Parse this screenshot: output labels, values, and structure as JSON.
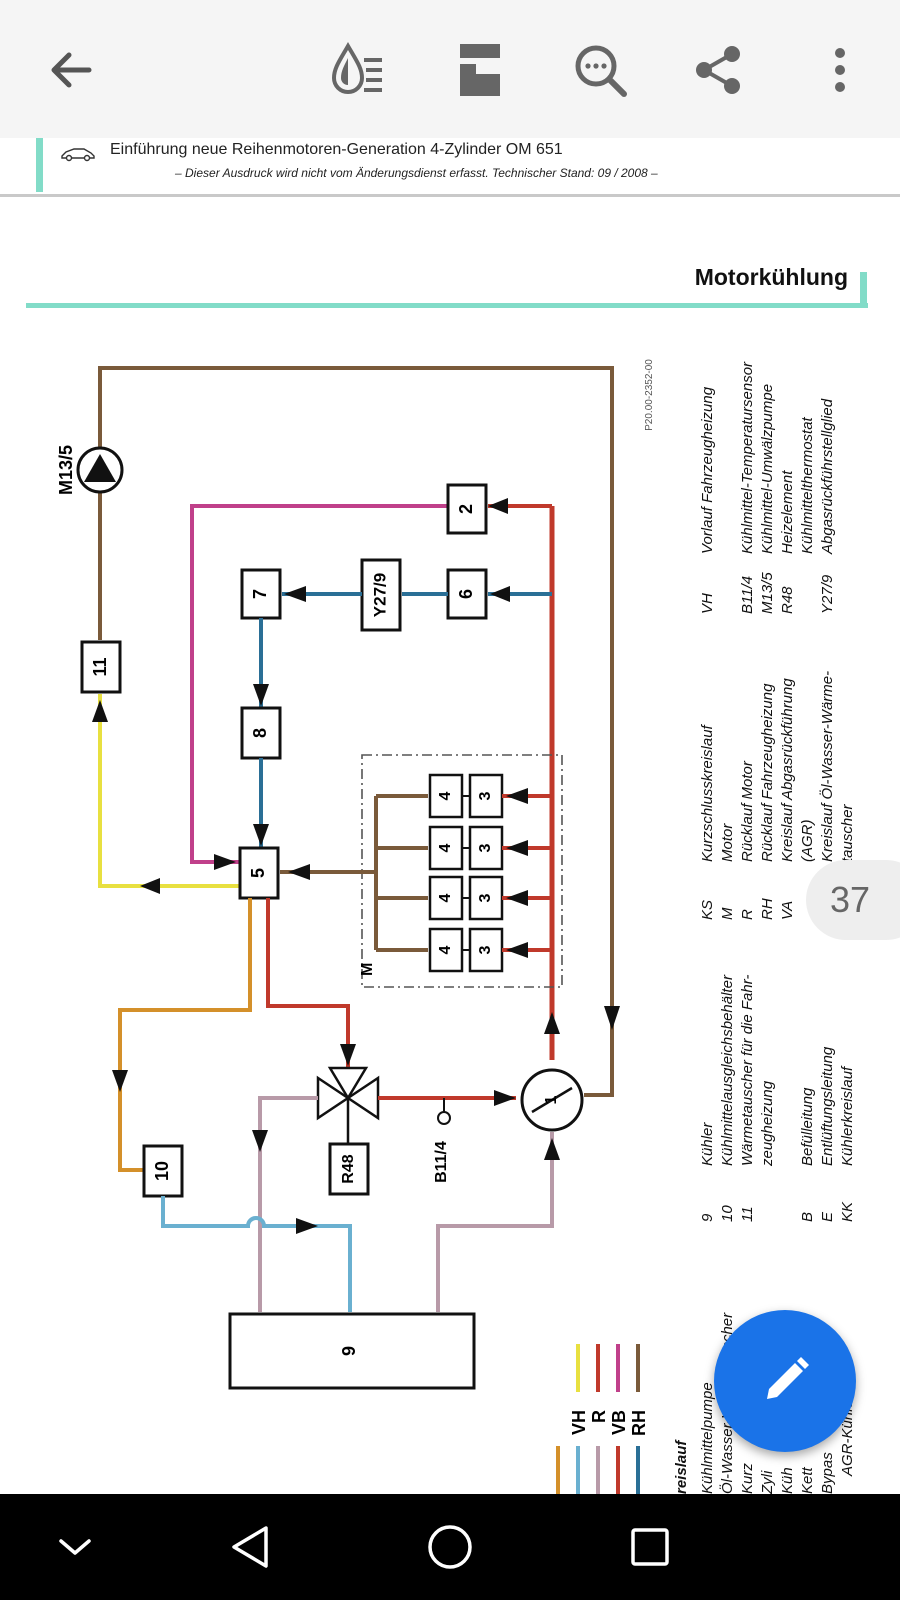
{
  "toolbar": {
    "icons": [
      "arrow-back-icon",
      "reading-mode-icon",
      "page-layout-icon",
      "search-icon",
      "share-icon",
      "more-vert-icon"
    ]
  },
  "document": {
    "header_title": "Einführung neue Reihenmotoren-Generation 4-Zylinder OM 651",
    "header_subtitle": "– Dieser Ausdruck wird nicht vom Änderungsdienst erfasst. Technischer Stand: 09 / 2008 –",
    "section_title": "Motorkühlung",
    "diagram": {
      "code": "P20.00-2352-00",
      "labels": {
        "m13_5": "M13/5",
        "box11": "11",
        "box2": "2",
        "box7": "7",
        "y27_9": "Y27/9",
        "box6": "6",
        "box8": "8",
        "box5": "5",
        "box4": "4",
        "box3": "3",
        "m": "M",
        "box10": "10",
        "r48": "R48",
        "b11_4": "B11/4",
        "pump1": "1",
        "box9": "9"
      },
      "line_legend": [
        "VH",
        "R",
        "VB",
        "RH"
      ]
    },
    "legend": {
      "col_left": {
        "heading": "reislauf",
        "items": [
          "Kühlmittelpumpe",
          "Öl-Wasser-Wärmetauscher",
          "Kurz",
          "Zyli",
          "Küh",
          "Kett",
          "Bypas",
          "AGR-Kühler"
        ]
      },
      "col2": [
        {
          "code": "9",
          "text": "Kühler"
        },
        {
          "code": "10",
          "text": "Kühlmittelausgleichsbehälter"
        },
        {
          "code": "11",
          "text": "Wärmetauscher für die Fahr-"
        },
        {
          "code": "",
          "text": "zeugheizung"
        },
        {
          "code": "B",
          "text": "Befülleitung"
        },
        {
          "code": "E",
          "text": "Entlüftungsleitung"
        },
        {
          "code": "KK",
          "text": "Kühlerkreislauf"
        }
      ],
      "col3": [
        {
          "code": "KS",
          "text": "Kurzschlusskreislauf"
        },
        {
          "code": "M",
          "text": "Motor"
        },
        {
          "code": "R",
          "text": "Rücklauf Motor"
        },
        {
          "code": "RH",
          "text": "Rücklauf Fahrzeugheizung"
        },
        {
          "code": "VA",
          "text": "Kreislauf Abgasrückführung"
        },
        {
          "code": "",
          "text": "(AGR)"
        },
        {
          "code": "",
          "text": "Kreislauf Öl-Wasser-Wärme-"
        },
        {
          "code": "",
          "text": "tauscher"
        }
      ],
      "col4": [
        {
          "code": "VH",
          "text": "Vorlauf Fahrzeugheizung"
        },
        {
          "code": "B11/4",
          "text": "Kühlmittel-Temperatursensor"
        },
        {
          "code": "M13/5",
          "text": "Kühlmittel-Umwälzpumpe"
        },
        {
          "code": "R48",
          "text": "Heizelement"
        },
        {
          "code": "",
          "text": "Kühlmittelthermostat"
        },
        {
          "code": "Y27/9",
          "text": "Abgasrückführstellglied"
        }
      ]
    },
    "page_number": "37"
  },
  "navbar": {
    "icons": [
      "chevron-down-icon",
      "back-icon",
      "home-icon",
      "recents-icon"
    ]
  },
  "colors": {
    "accent": "#82dcc8",
    "fab": "#1a73e8",
    "red": "#c0392b",
    "blue": "#2a6f96",
    "brown": "#7a5a3a",
    "magenta": "#c0408a",
    "yellow": "#e8e040",
    "orange": "#d4902a",
    "lightblue": "#6ab0d0",
    "pink": "#b89aa8"
  }
}
